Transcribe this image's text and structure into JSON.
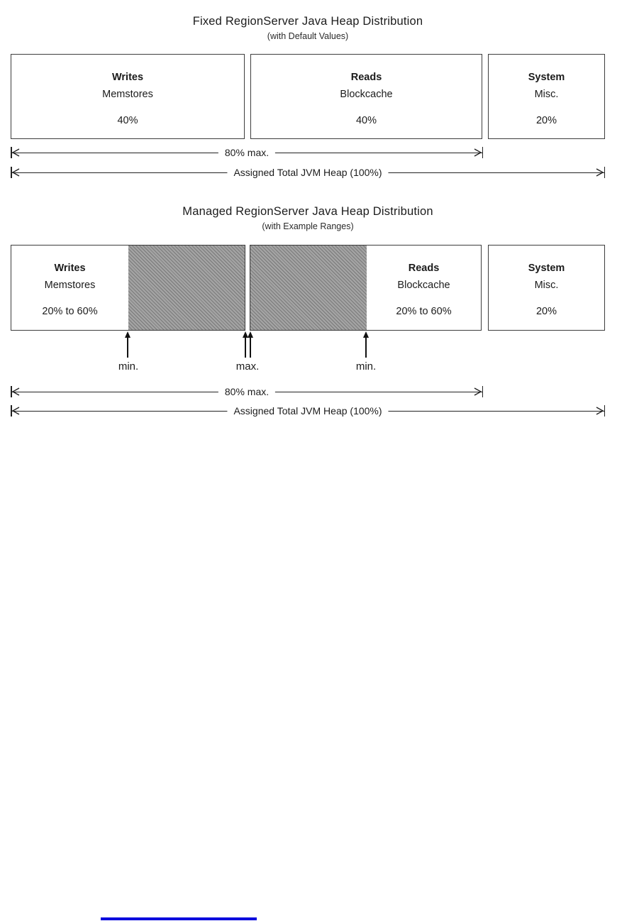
{
  "page": {
    "background": "#ffffff",
    "accent_link_color": "#0000dd",
    "hatch_color": "#9e9e9e"
  },
  "diagram_fixed": {
    "title": "Fixed RegionServer Java Heap Distribution",
    "subtitle": "(with Default Values)",
    "boxes": [
      {
        "title": "Writes",
        "subtitle": "Memstores",
        "value": "40%"
      },
      {
        "title": "Reads",
        "subtitle": "Blockcache",
        "value": "40%"
      },
      {
        "title": "System",
        "subtitle": "Misc.",
        "value": "20%"
      }
    ],
    "arrow_80_label": "80% max.",
    "arrow_100_label": "Assigned Total JVM Heap (100%)"
  },
  "diagram_managed": {
    "title": "Managed RegionServer Java Heap Distribution",
    "subtitle": "(with Example Ranges)",
    "boxes": [
      {
        "title": "Writes",
        "subtitle": "Memstores",
        "value": "20% to 60%"
      },
      {
        "title": "Reads",
        "subtitle": "Blockcache",
        "value": "20% to 60%"
      },
      {
        "title": "System",
        "subtitle": "Misc.",
        "value": "20%"
      }
    ],
    "markers": [
      {
        "label": "min."
      },
      {
        "label": "max."
      },
      {
        "label": "min."
      }
    ],
    "arrow_80_label": "80% max.",
    "arrow_100_label": "Assigned Total JVM Heap (100%)"
  }
}
